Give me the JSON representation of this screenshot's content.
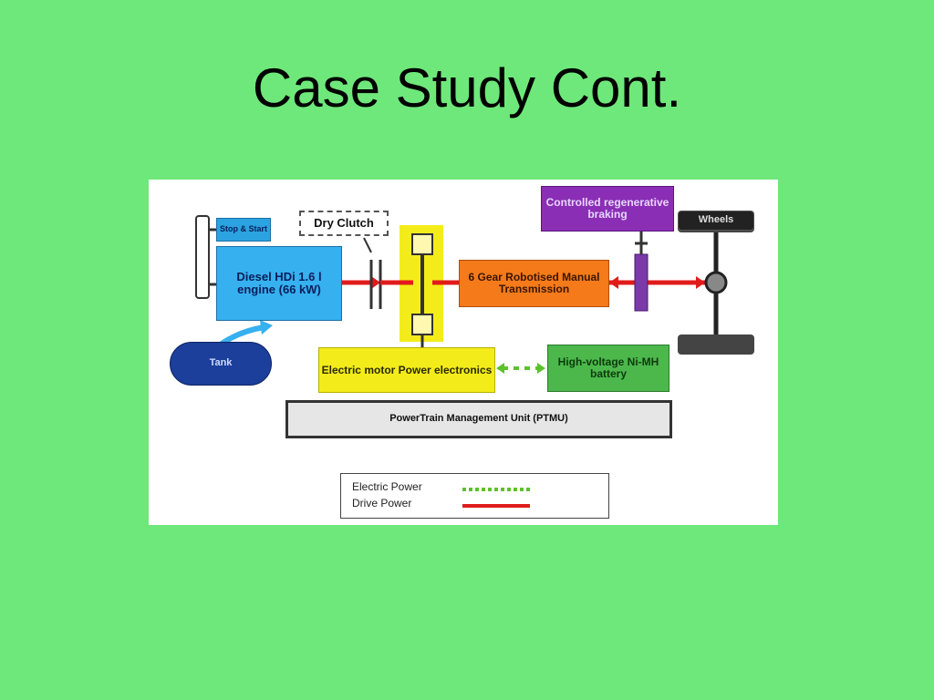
{
  "slide": {
    "title": "Case Study Cont."
  },
  "diagram": {
    "stop_start": "Stop & Start",
    "engine": "Diesel HDi 1.6 l engine (66 kW)",
    "dry_clutch": "Dry Clutch",
    "gearbox": "6 Gear Robotised Manual Transmission",
    "regen_braking": "Controlled regenerative braking",
    "wheels": "Wheels",
    "motor": "Electric motor Power electronics",
    "battery": "High-voltage Ni-MH battery",
    "ptmu": "PowerTrain Management Unit (PTMU)",
    "tank": "Tank",
    "legend": {
      "electric": "Electric Power",
      "drive": "Drive Power"
    },
    "colors": {
      "drive_power": "#e11b1b",
      "electric_power": "#5cc22c",
      "background": "#6ee87a"
    }
  }
}
